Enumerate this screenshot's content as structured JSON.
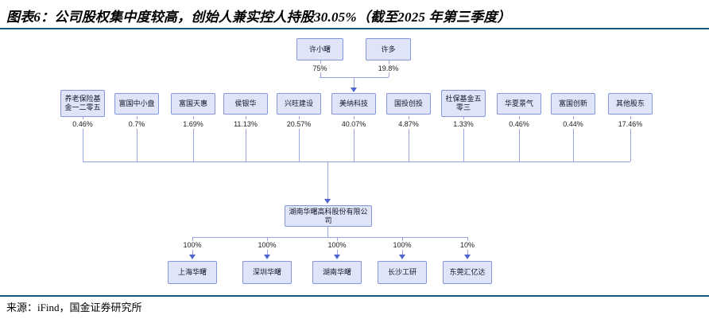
{
  "title": "图表6：公司股权集中度较高，创始人兼实控人持股30.05%（截至2025 年第三季度）",
  "source": "来源：iFind，国金证券研究所",
  "colors": {
    "accent_rule": "#17547e",
    "node_fill": "#dfe4f8",
    "node_border": "#8696dd",
    "connector": "#98a4e4",
    "arrowhead": "#5065cd"
  },
  "org": {
    "founders": [
      {
        "name": "许小曙",
        "pct": "75%"
      },
      {
        "name": "许多",
        "pct": "19.8%"
      }
    ],
    "shareholders": [
      {
        "name": "养老保险基金一二零五",
        "pct": "0.46%"
      },
      {
        "name": "富国中小盘",
        "pct": "0.7%"
      },
      {
        "name": "富国天惠",
        "pct": "1.69%"
      },
      {
        "name": "侯银华",
        "pct": "11.13%"
      },
      {
        "name": "兴旺建设",
        "pct": "20.57%"
      },
      {
        "name": "美纳科技",
        "pct": "40.07%"
      },
      {
        "name": "国投创投",
        "pct": "4.87%"
      },
      {
        "name": "社保基金五零三",
        "pct": "1.33%"
      },
      {
        "name": "华夏景气",
        "pct": "0.46%"
      },
      {
        "name": "富国创新",
        "pct": "0.44%"
      },
      {
        "name": "其他股东",
        "pct": "17.46%"
      }
    ],
    "company": "湖南华曙高科股份有限公司",
    "subsidiaries": [
      {
        "name": "上海华曙",
        "pct": "100%"
      },
      {
        "name": "深圳华曙",
        "pct": "100%"
      },
      {
        "name": "湖南华曙",
        "pct": "100%"
      },
      {
        "name": "长沙工研",
        "pct": "100%"
      },
      {
        "name": "东莞汇亿达",
        "pct": "10%"
      }
    ]
  }
}
